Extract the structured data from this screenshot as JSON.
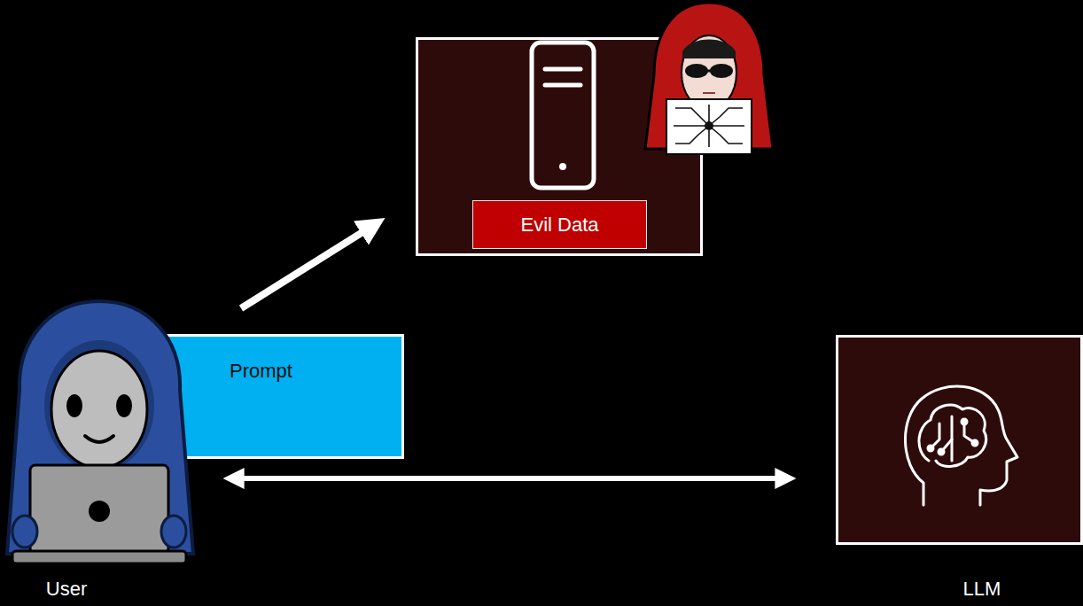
{
  "diagram": {
    "nodes": [
      {
        "text": [
          "Evil Data"
        ]
      },
      {
        "text": [
          "Prompt"
        ]
      },
      {
        "text": [
          "User"
        ]
      },
      {
        "text": [
          "LLM"
        ]
      }
    ],
    "edges": [
      {
        "from": 2,
        "to": 0,
        "arrow": "to"
      },
      {
        "from": 2,
        "to": 3,
        "arrow": "both"
      }
    ]
  }
}
